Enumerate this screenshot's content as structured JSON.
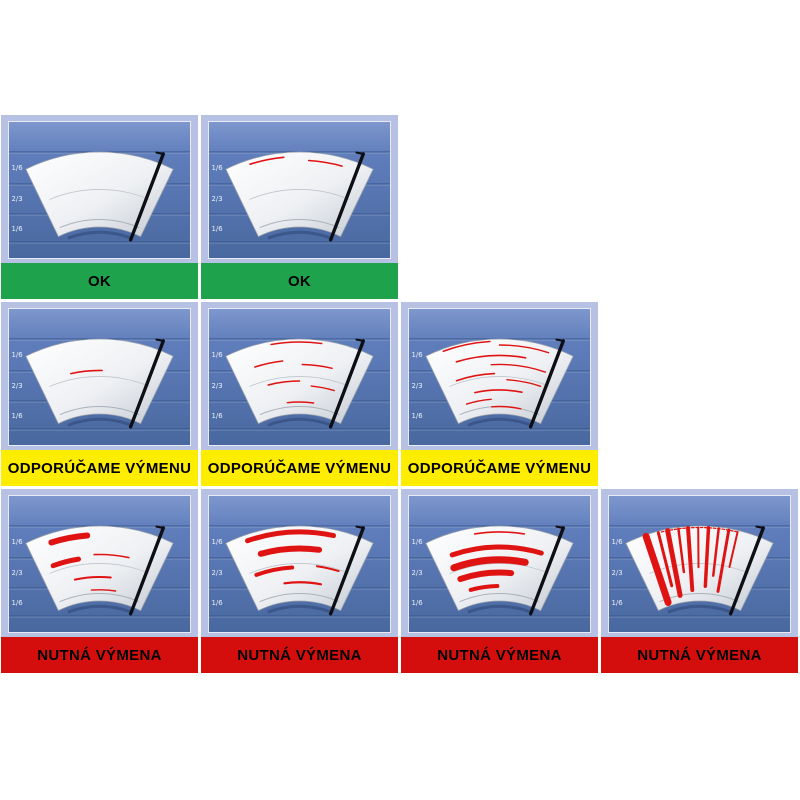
{
  "page": {
    "background_color": "#ffffff"
  },
  "legend": {
    "scale_labels": [
      "1/6",
      "2/3",
      "1/6"
    ]
  },
  "colors": {
    "cell_background": "#b6c1e4",
    "status_ok": "#1ea24b",
    "status_recommend": "#ffed00",
    "status_replace": "#d40d0d",
    "streak_red": "#e01313",
    "blade_black": "#0e0f14"
  },
  "statuses": {
    "ok": {
      "label": "OK",
      "color": "#1ea24b"
    },
    "recommend": {
      "label": "ODPORÚČAME VÝMENU",
      "color": "#ffed00"
    },
    "replace": {
      "label": "NUTNÁ VÝMENA",
      "color": "#d40d0d"
    }
  },
  "rows": [
    {
      "status": "ok",
      "cells": [
        {
          "id": "clean",
          "streaks": [],
          "drips": []
        },
        {
          "id": "light-marks",
          "streaks": [
            {
              "t": 0.06,
              "a1": -0.8,
              "a2": -0.25,
              "w": 1.6
            },
            {
              "t": 0.11,
              "a1": 0.15,
              "a2": 0.7,
              "w": 1.6
            }
          ],
          "drips": []
        }
      ]
    },
    {
      "status": "recommend",
      "cells": [
        {
          "id": "single-line",
          "streaks": [
            {
              "t": 0.42,
              "a1": -0.55,
              "a2": 0.05,
              "w": 1.6
            }
          ],
          "drips": []
        },
        {
          "id": "several-lines",
          "streaks": [
            {
              "t": 0.04,
              "a1": -0.45,
              "a2": 0.35,
              "w": 1.6
            },
            {
              "t": 0.28,
              "a1": -0.8,
              "a2": -0.3,
              "w": 1.6
            },
            {
              "t": 0.34,
              "a1": 0.05,
              "a2": 0.6,
              "w": 1.4
            },
            {
              "t": 0.56,
              "a1": -0.65,
              "a2": 0.0,
              "w": 1.6
            },
            {
              "t": 0.62,
              "a1": 0.25,
              "a2": 0.75,
              "w": 1.4
            },
            {
              "t": 0.84,
              "a1": -0.3,
              "a2": 0.35,
              "w": 1.4
            }
          ],
          "drips": []
        },
        {
          "id": "many-lines",
          "streaks": [
            {
              "t": 0.03,
              "a1": -0.9,
              "a2": -0.15,
              "w": 1.6
            },
            {
              "t": 0.08,
              "a1": 0.0,
              "a2": 0.8,
              "w": 1.4
            },
            {
              "t": 0.22,
              "a1": -0.75,
              "a2": 0.45,
              "w": 1.6
            },
            {
              "t": 0.34,
              "a1": -0.15,
              "a2": 0.85,
              "w": 1.4
            },
            {
              "t": 0.46,
              "a1": -0.85,
              "a2": -0.1,
              "w": 1.6
            },
            {
              "t": 0.54,
              "a1": 0.15,
              "a2": 0.85,
              "w": 1.4
            },
            {
              "t": 0.68,
              "a1": -0.55,
              "a2": 0.5,
              "w": 1.6
            },
            {
              "t": 0.8,
              "a1": -0.8,
              "a2": -0.2,
              "w": 1.4
            },
            {
              "t": 0.9,
              "a1": -0.2,
              "a2": 0.55,
              "w": 1.4
            }
          ],
          "drips": []
        }
      ]
    },
    {
      "status": "replace",
      "cells": [
        {
          "id": "smears",
          "streaks": [
            {
              "t": 0.12,
              "a1": -0.8,
              "a2": -0.2,
              "w": 6
            },
            {
              "t": 0.42,
              "a1": -0.9,
              "a2": -0.4,
              "w": 5
            },
            {
              "t": 0.38,
              "a1": -0.1,
              "a2": 0.55,
              "w": 1.6
            },
            {
              "t": 0.68,
              "a1": -0.55,
              "a2": 0.25,
              "w": 2
            },
            {
              "t": 0.85,
              "a1": -0.2,
              "a2": 0.4,
              "w": 1.4
            }
          ],
          "drips": []
        },
        {
          "id": "heavy-smears",
          "streaks": [
            {
              "t": 0.08,
              "a1": -0.85,
              "a2": 0.55,
              "w": 5
            },
            {
              "t": 0.3,
              "a1": -0.7,
              "a2": 0.35,
              "w": 6
            },
            {
              "t": 0.55,
              "a1": -0.9,
              "a2": -0.15,
              "w": 4
            },
            {
              "t": 0.52,
              "a1": 0.35,
              "a2": 0.8,
              "w": 2
            },
            {
              "t": 0.75,
              "a1": -0.35,
              "a2": 0.5,
              "w": 2.2
            }
          ],
          "drips": []
        },
        {
          "id": "thick-bands",
          "streaks": [
            {
              "t": 0.08,
              "a1": -0.4,
              "a2": 0.4,
              "w": 1.6
            },
            {
              "t": 0.28,
              "a1": -0.85,
              "a2": 0.75,
              "w": 5
            },
            {
              "t": 0.45,
              "a1": -0.9,
              "a2": 0.5,
              "w": 7
            },
            {
              "t": 0.62,
              "a1": -0.85,
              "a2": 0.25,
              "w": 6
            },
            {
              "t": 0.8,
              "a1": -0.7,
              "a2": -0.05,
              "w": 4
            }
          ],
          "drips": []
        },
        {
          "id": "vertical-drips",
          "streaks": [
            {
              "t": 0.02,
              "a1": -0.6,
              "a2": 0.6,
              "w": 1.2,
              "dash": true
            }
          ],
          "drips": [
            {
              "a": -0.85,
              "t1": 0.02,
              "t2": 0.95,
              "w": 7
            },
            {
              "a": -0.65,
              "t1": 0.02,
              "t2": 0.75,
              "w": 3
            },
            {
              "a": -0.5,
              "t1": 0.02,
              "t2": 0.9,
              "w": 5
            },
            {
              "a": -0.33,
              "t1": 0.02,
              "t2": 0.6,
              "w": 2.5
            },
            {
              "a": -0.18,
              "t1": 0.02,
              "t2": 0.85,
              "w": 4
            },
            {
              "a": -0.02,
              "t1": 0.02,
              "t2": 0.55,
              "w": 2
            },
            {
              "a": 0.14,
              "t1": 0.02,
              "t2": 0.8,
              "w": 3.5
            },
            {
              "a": 0.3,
              "t1": 0.02,
              "t2": 0.65,
              "w": 2.5
            },
            {
              "a": 0.46,
              "t1": 0.02,
              "t2": 0.85,
              "w": 3
            },
            {
              "a": 0.6,
              "t1": 0.02,
              "t2": 0.5,
              "w": 2
            }
          ]
        }
      ]
    }
  ]
}
